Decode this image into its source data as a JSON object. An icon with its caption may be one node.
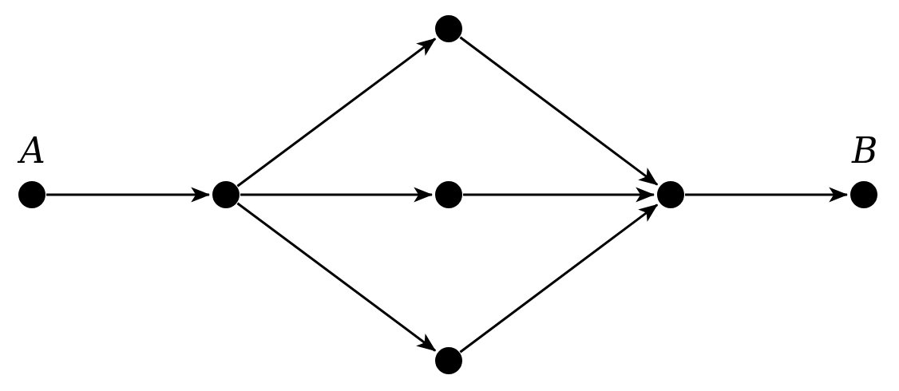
{
  "diagram": {
    "nodes": [
      {
        "text": [
          "A"
        ]
      },
      {
        "text": [],
        "shape": "circle"
      },
      {
        "text": [],
        "shape": "circle"
      },
      {
        "text": [],
        "shape": "circle"
      },
      {
        "text": [],
        "shape": "circle"
      },
      {
        "text": [],
        "shape": "circle"
      },
      {
        "text": [
          "B"
        ]
      }
    ],
    "edges": [
      {
        "from": 0,
        "to": 1,
        "arrow": "to"
      },
      {
        "from": 1,
        "to": 2,
        "arrow": "to"
      },
      {
        "from": 1,
        "to": 3,
        "arrow": "to"
      },
      {
        "from": 1,
        "to": 4,
        "arrow": "to"
      },
      {
        "from": 2,
        "to": 5,
        "arrow": "to"
      },
      {
        "from": 3,
        "to": 5,
        "arrow": "to"
      },
      {
        "from": 4,
        "to": 5,
        "arrow": "to"
      },
      {
        "from": 5,
        "to": 6,
        "arrow": "to"
      }
    ]
  }
}
